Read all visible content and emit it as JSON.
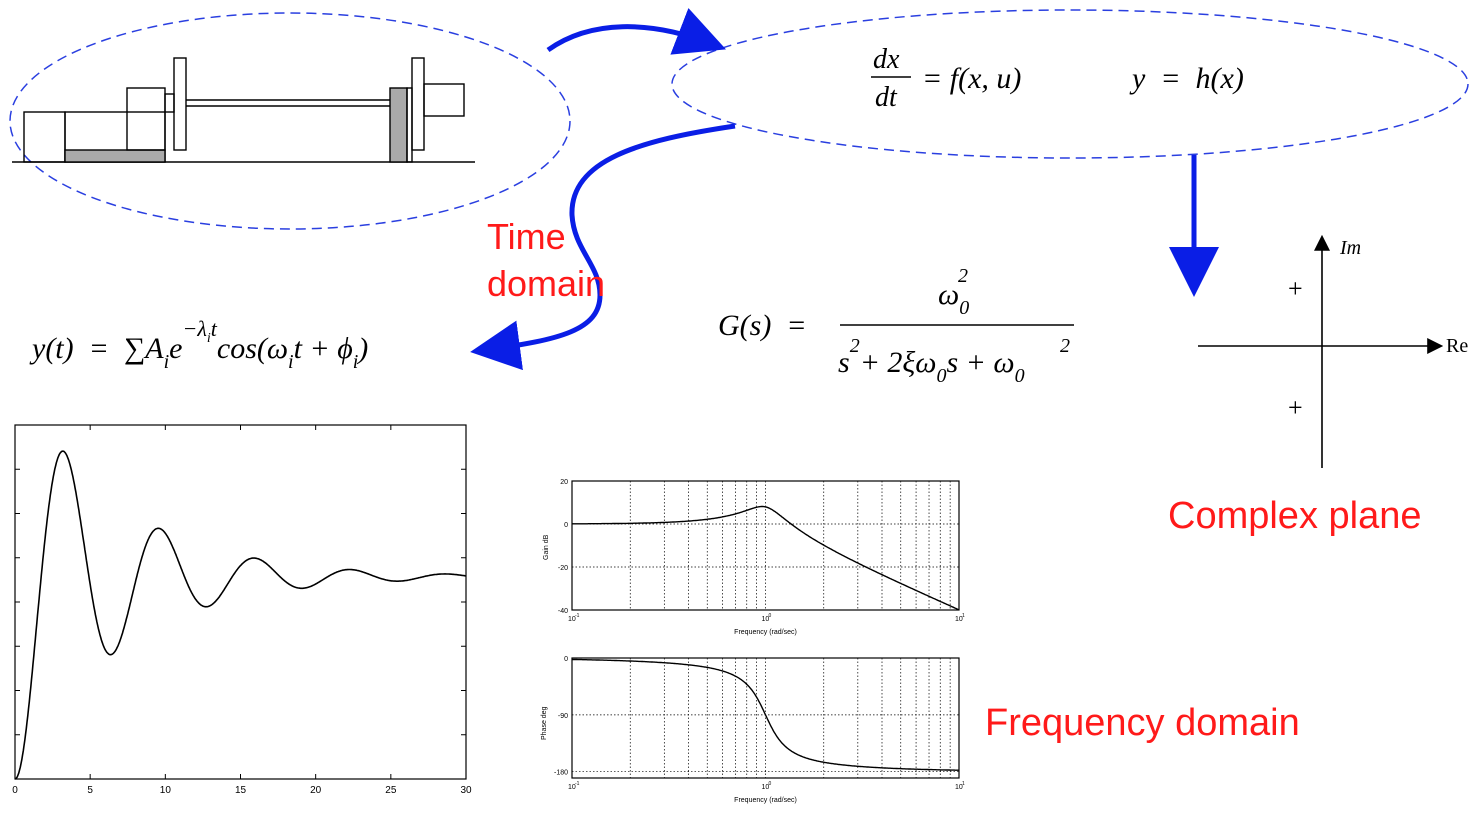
{
  "labels": {
    "time_domain_1": "Time",
    "time_domain_2": "domain",
    "frequency_domain": "Frequency domain",
    "complex_plane": "Complex plane"
  },
  "equations": {
    "state_num": "dx",
    "state_den": "dt",
    "state_rhs": "= f(x, u)",
    "output_eq": "y  =  h(x)",
    "transfer_lhs": "G(s)  =",
    "transfer_num": "ω",
    "transfer_num_sub": "0",
    "transfer_num_sup": "2",
    "transfer_den_s": "s",
    "transfer_den_rest": "+ 2ξω",
    "transfer_den_s2": "s + ω",
    "response_lhs": "y(t)  =  ∑A",
    "response_i": "i",
    "response_e": "e",
    "response_exp": "−λ",
    "response_exp_t": "t",
    "response_cos": "cos(ω",
    "response_cos_t": "t + ϕ",
    "response_close": ")"
  },
  "complex_plane": {
    "im_label": "Im",
    "re_label": "Re",
    "pole_upper": "+",
    "pole_lower": "+"
  },
  "step_plot": {
    "x_ticks": [
      "0",
      "5",
      "10",
      "15",
      "20",
      "25",
      "30"
    ]
  },
  "bode": {
    "mag_ylabel": "Gain dB",
    "mag_yticks": [
      "20",
      "0",
      "-20",
      "-40"
    ],
    "phase_ylabel": "Phase deg",
    "phase_yticks": [
      "0",
      "-90",
      "-180"
    ],
    "x_ticks": [
      "10",
      "10",
      "10"
    ],
    "x_tick_exps": [
      "-1",
      "0",
      "1"
    ],
    "xlabel": "Frequency (rad/sec)"
  },
  "colors": {
    "arrow": "#0a1ee6",
    "label": "#ff1a1a",
    "ellipse": "#2a3fe0"
  }
}
